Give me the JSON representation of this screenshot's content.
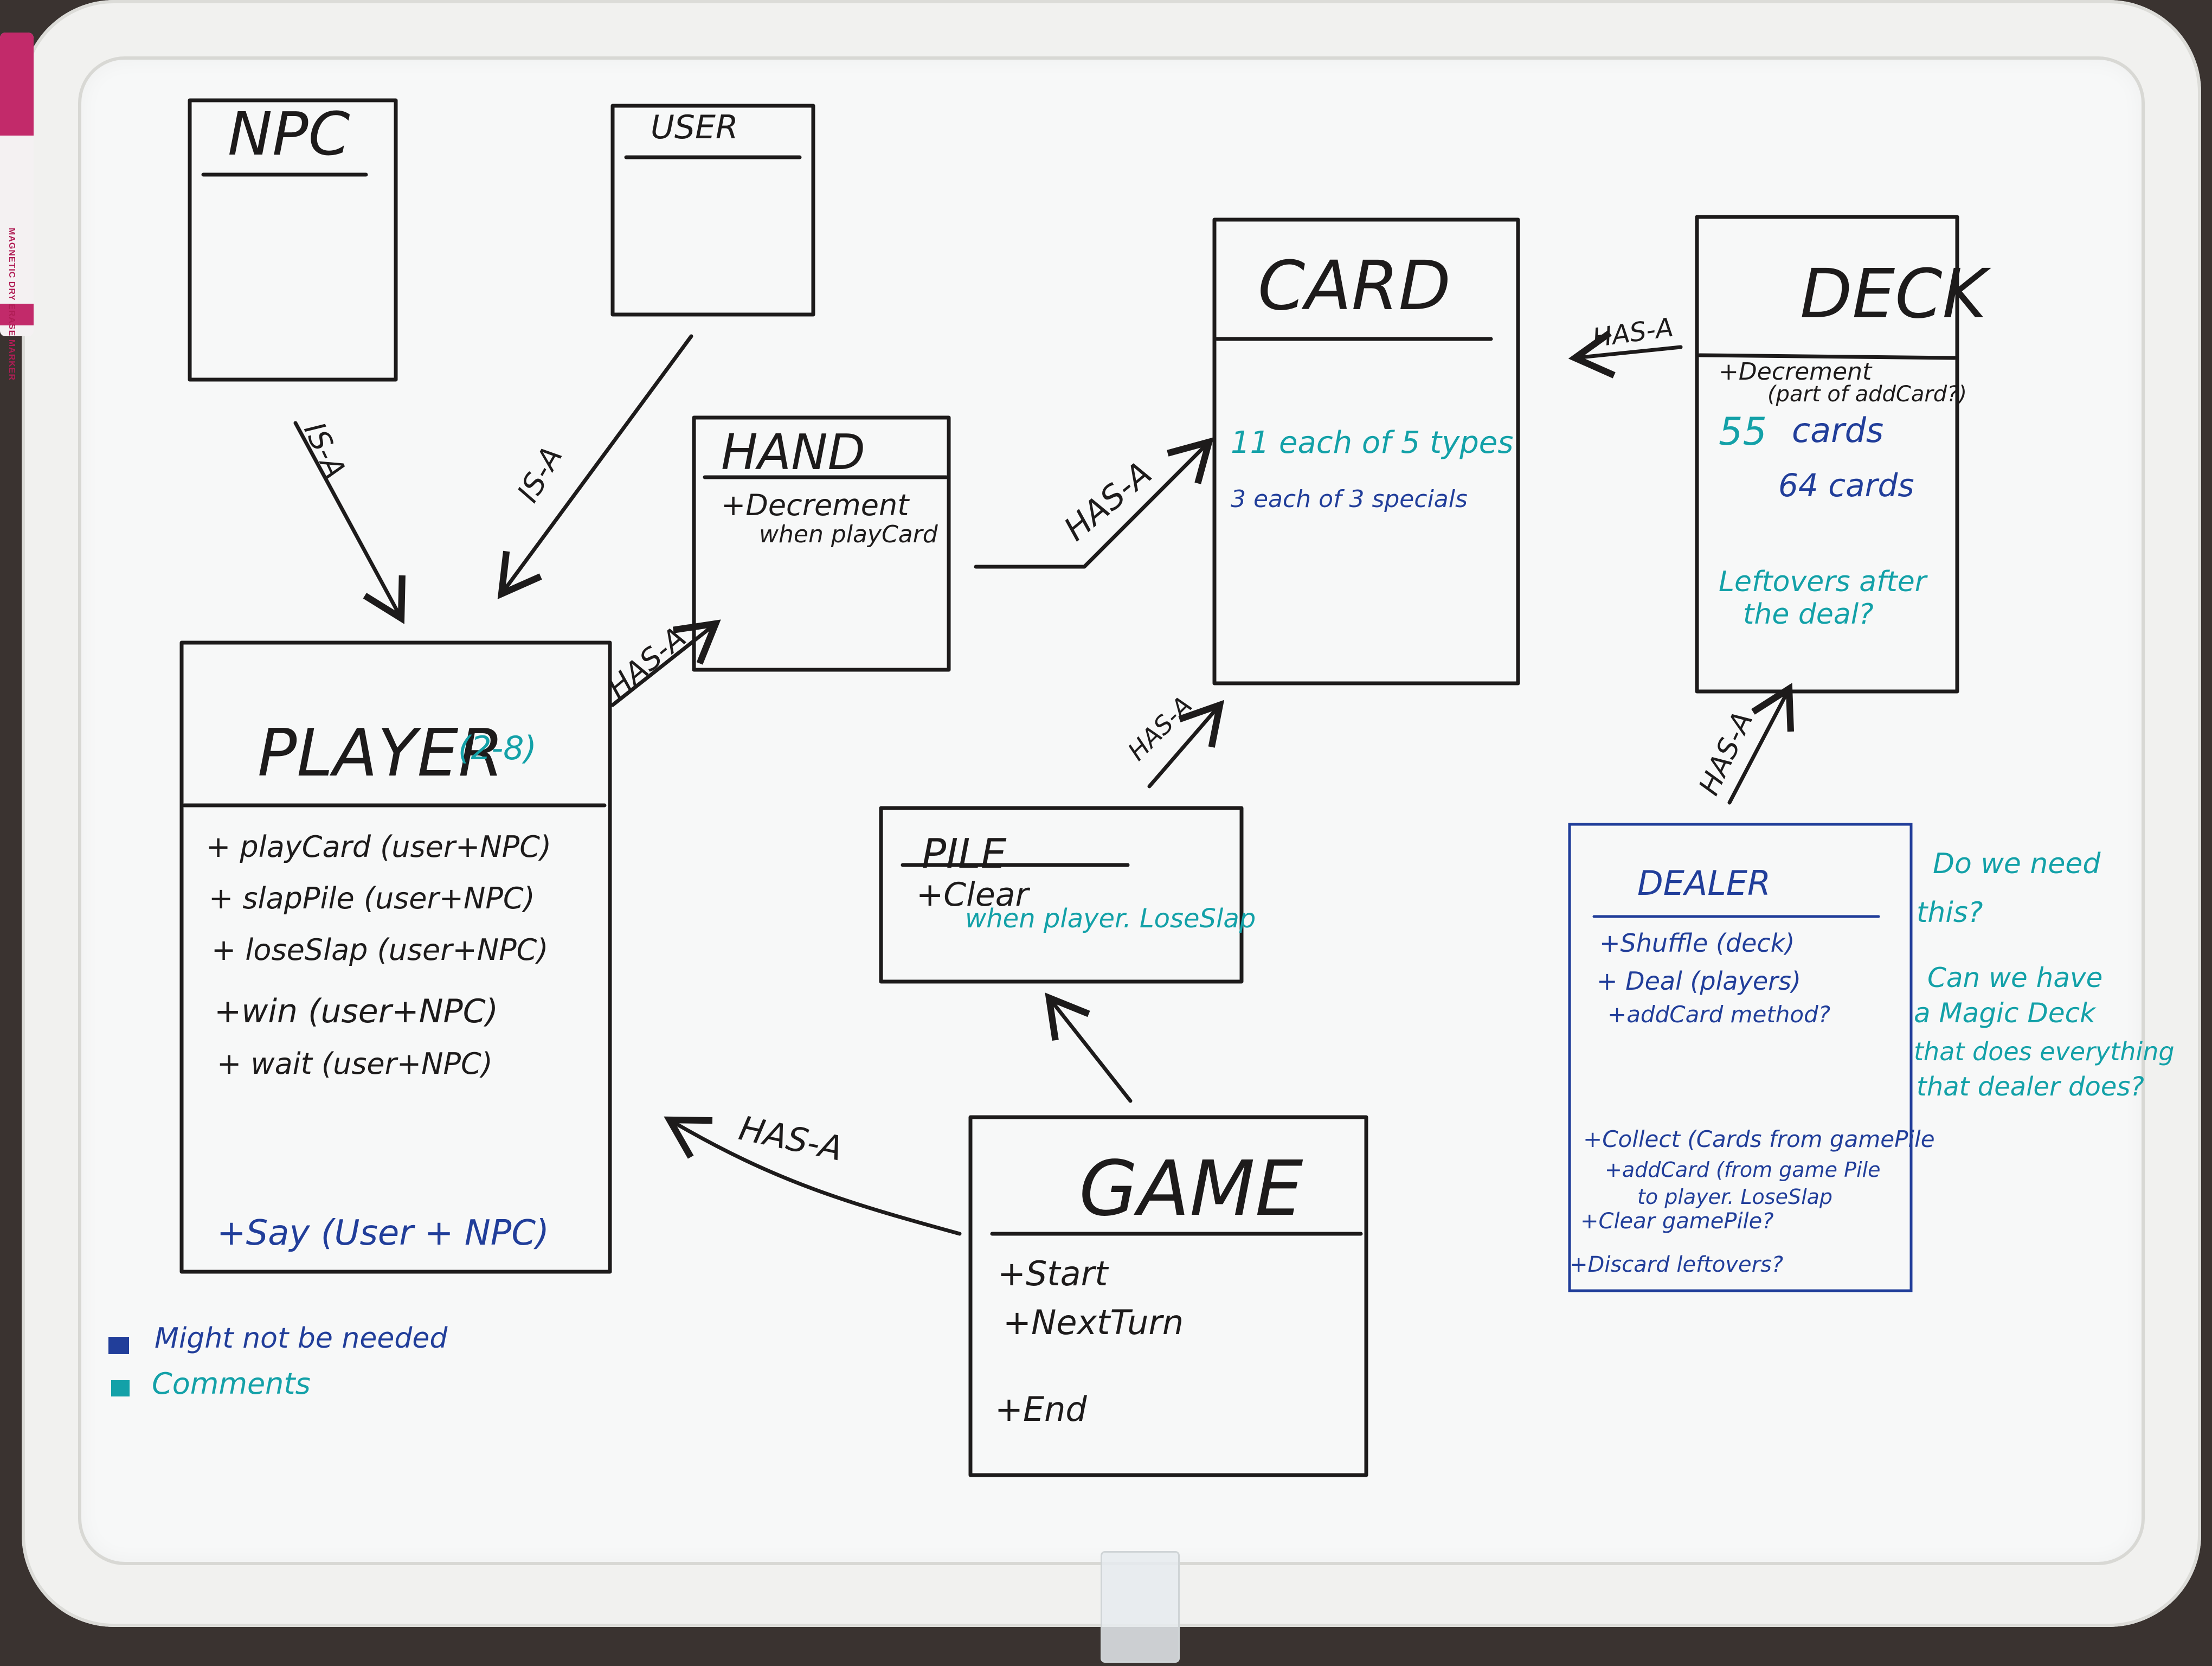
{
  "marker_label": "MAGNETIC DRY ERASE MARKER",
  "colors": {
    "ink_black": "#1d1b1b",
    "ink_blue": "#213e9a",
    "ink_teal": "#13a1a8"
  },
  "classes": {
    "npc": {
      "title": "NPC"
    },
    "user": {
      "title": "USER"
    },
    "hand": {
      "title": "HAND",
      "methods": [
        "+Decrement",
        "when playCard"
      ]
    },
    "card": {
      "title": "CARD",
      "comments": [
        "11 each of 5 types"
      ],
      "notes": [
        "3 each of 3 specials"
      ]
    },
    "deck": {
      "title": "DECK",
      "methods": [
        "+Decrement",
        "(part of addCard?)"
      ],
      "counts": [
        "55",
        "cards",
        "64 cards"
      ],
      "comments": [
        "Leftovers after",
        "the deal?"
      ]
    },
    "player": {
      "title": "PLAYER",
      "multiplicity": "(2-8)",
      "methods": [
        "+ playCard (user+NPC)",
        "+ slapPile (user+NPC)",
        "+ loseSlap (user+NPC)",
        "+win (user+NPC)",
        "+ wait (user+NPC)"
      ],
      "optional_methods": [
        "+Say (User + NPC)"
      ]
    },
    "pile": {
      "title": "PILE",
      "methods": [
        "+Clear"
      ],
      "comments": [
        "when player. LoseSlap"
      ]
    },
    "game": {
      "title": "GAME",
      "methods": [
        "+Start",
        "+NextTurn",
        "+End"
      ]
    },
    "dealer": {
      "title": "DEALER",
      "methods": [
        "+Shuffle (deck)",
        "+ Deal (players)",
        "+addCard method?",
        "+Collect (Cards from gamePile",
        "+addCard (from game Pile",
        "to player. LoseSlap",
        "+Clear gamePile?",
        "+Discard leftovers?"
      ]
    }
  },
  "relations": {
    "npc_player": "IS-A",
    "user_player": "IS-A",
    "player_hand": "HAS-A",
    "hand_card": "HAS-A",
    "deck_card": "HAS-A",
    "pile_card": "HAS-A",
    "dealer_deck": "HAS-A",
    "game_player": "HAS-A"
  },
  "side_comments": [
    "Do we need",
    "this?",
    "Can we have",
    "a Magic Deck",
    "that does everything",
    "that dealer does?"
  ],
  "legend": [
    {
      "label": "Might not be needed",
      "color": "#213e9a"
    },
    {
      "label": "Comments",
      "color": "#13a1a8"
    }
  ]
}
